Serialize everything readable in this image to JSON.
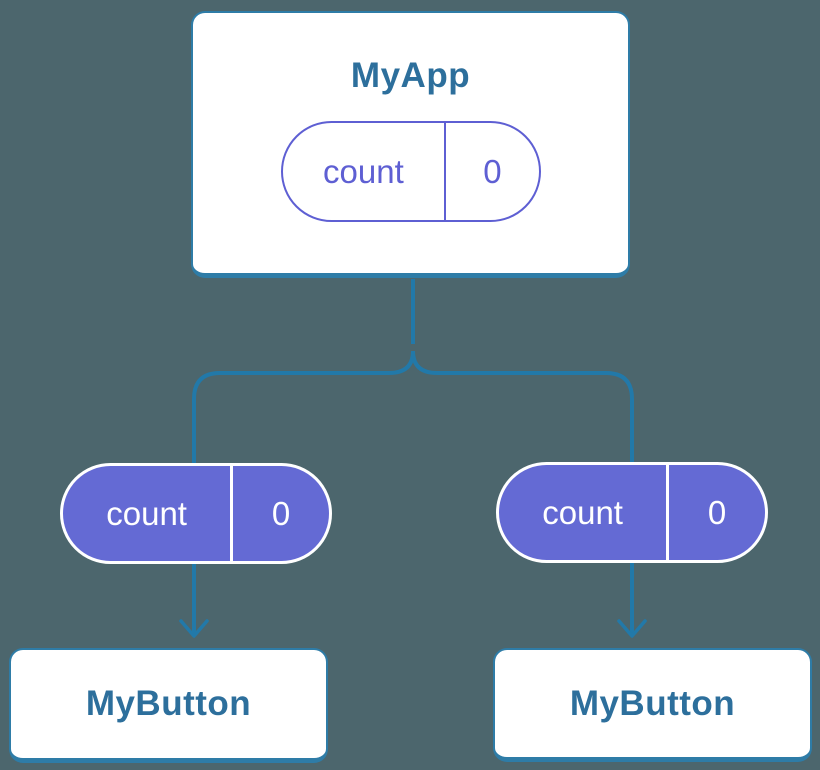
{
  "theme": {
    "background": "#4C666D",
    "connector_blue": "#2279A9",
    "box_border_blue": "#2E7CA7",
    "box_fill": "#FFFFFF",
    "blue_text": "#2D6F9C",
    "purple": "#5E5FD3",
    "purple_fill": "#646AD4",
    "white": "#FFFFFF"
  },
  "diagram": {
    "type": "component-tree",
    "root": {
      "title": "MyApp",
      "state": {
        "name": "count",
        "value": "0"
      }
    },
    "children": [
      {
        "title": "MyButton",
        "prop": {
          "name": "count",
          "value": "0"
        }
      },
      {
        "title": "MyButton",
        "prop": {
          "name": "count",
          "value": "0"
        }
      }
    ]
  }
}
